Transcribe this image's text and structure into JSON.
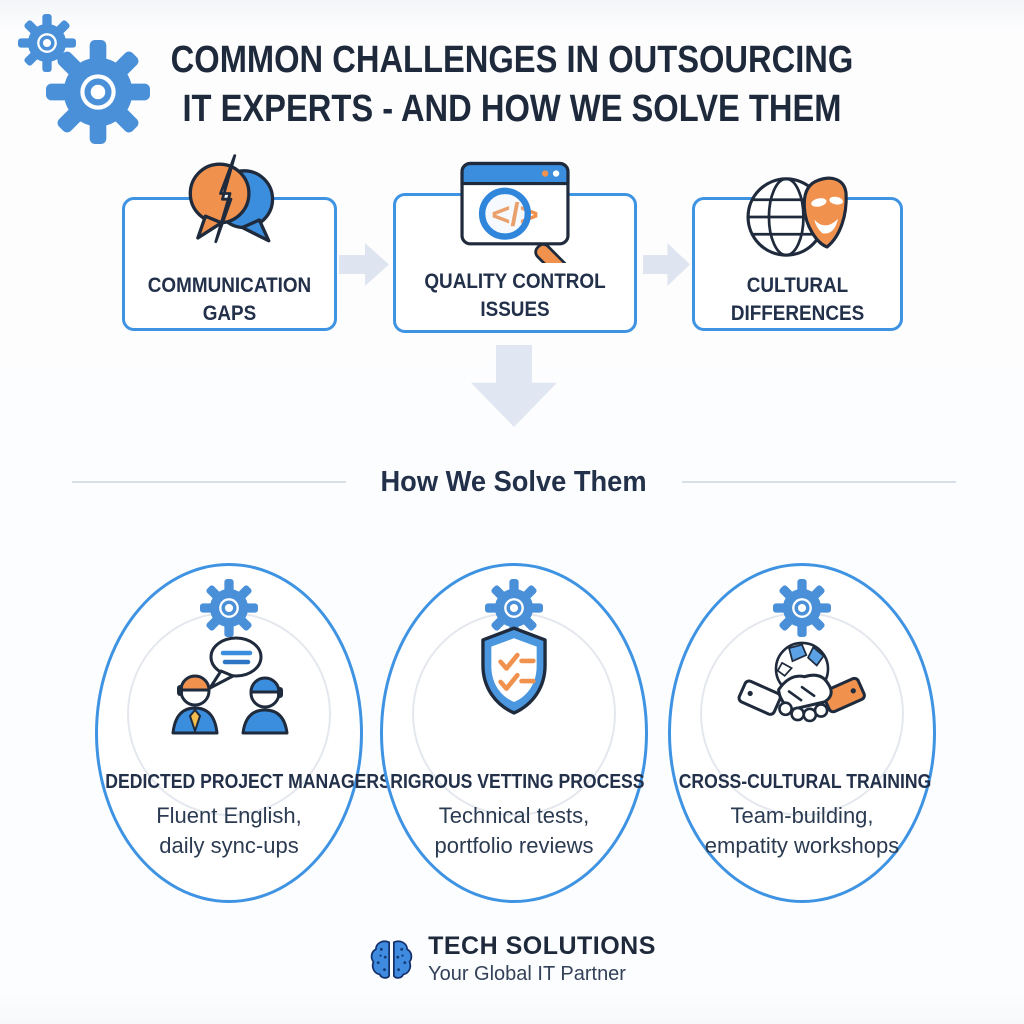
{
  "colors": {
    "accent_blue": "#3e93e3",
    "gear_blue": "#4a90d9",
    "accent_orange": "#f0924e",
    "navy_text": "#1e2a3c",
    "light_arrow": "#dee5f0",
    "divider_line": "#d7dfe9"
  },
  "header": {
    "title_line1": "COMMON CHALLENGES IN OUTSOURCING",
    "title_line2": "IT EXPERTS - AND HOW WE SOLVE THEM"
  },
  "challenges": [
    {
      "icon": "broken-speech-bubbles-icon",
      "line1": "COMMUNICATION",
      "line2": "GAPS"
    },
    {
      "icon": "code-inspection-magnifier-icon",
      "code_glyph": "</>",
      "line1": "QUALITY CONTROL",
      "line2": "ISSUES"
    },
    {
      "icon": "globe-theater-mask-icon",
      "line1": "CULTURAL",
      "line2": "DIFFERENCES"
    }
  ],
  "flow": {
    "solutions_heading": "How We Solve Them"
  },
  "solutions": [
    {
      "icon": "project-managers-conversation-icon",
      "title": "DEDICTED PROJECT MANAGERS",
      "sub_line1": "Fluent English,",
      "sub_line2": "daily sync-ups"
    },
    {
      "icon": "vetting-shield-checklist-icon",
      "title": "RIGROUS VETTING PROCESS",
      "sub_line1": "Technical tests,",
      "sub_line2": "portfolio reviews"
    },
    {
      "icon": "handshake-globe-icon",
      "title": "CROSS-CULTURAL TRAINING",
      "sub_line1": "Team-building,",
      "sub_line2": "empatity workshops"
    }
  ],
  "footer": {
    "brand": "TECH SOLUTIONS",
    "tagline": "Your Global IT Partner"
  }
}
